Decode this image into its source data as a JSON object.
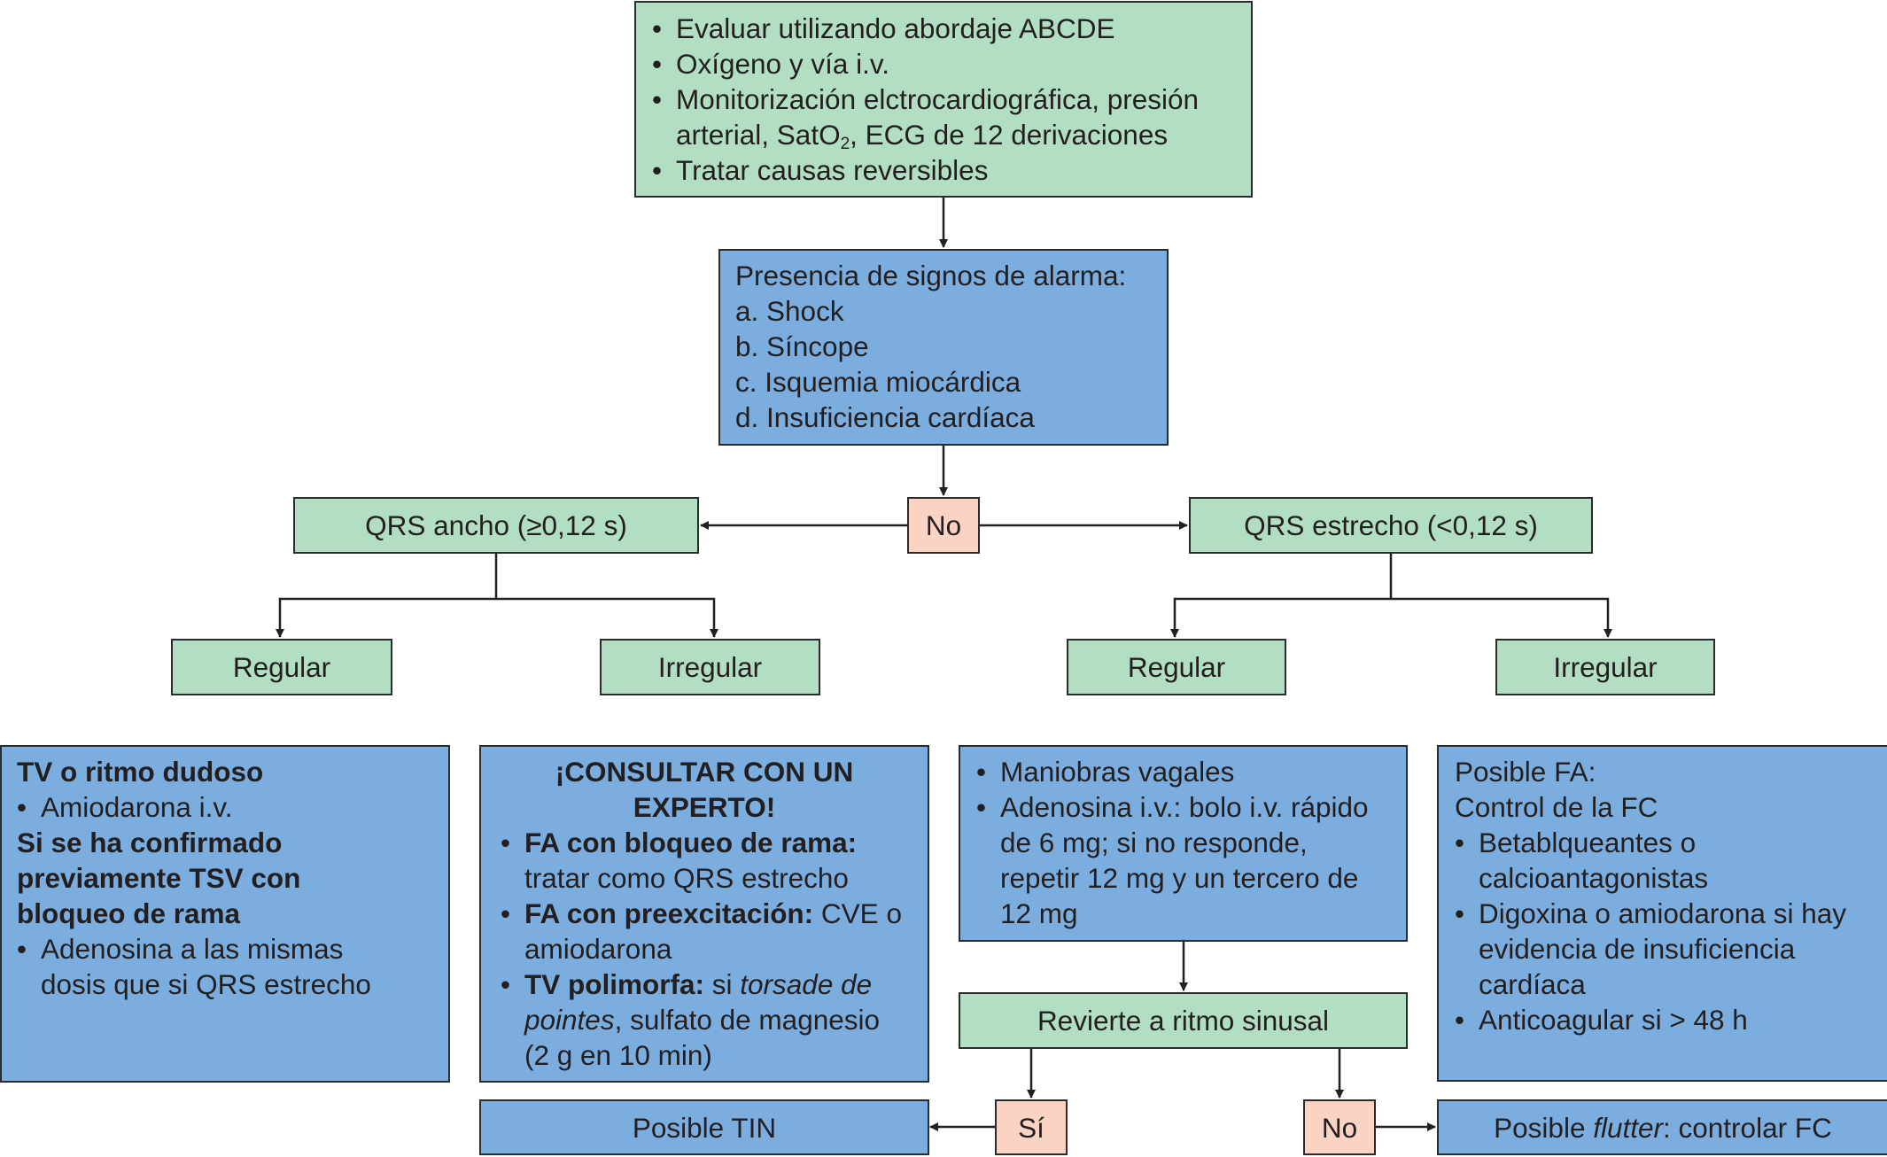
{
  "initial_box": {
    "items": [
      "Evaluar utilizando abordaje ABCDE",
      "Oxígeno y vía i.v.",
      "Monitorización elctrocardiográfica, presión"
    ],
    "item3_cont_pre": "arterial, SatO",
    "item3_sub": "2",
    "item3_cont_post": ", ECG de 12 derivaciones",
    "item4": "Tratar causas reversibles"
  },
  "alarm_box": {
    "title": "Presencia de signos de alarma:",
    "items": [
      "a. Shock",
      "b. Síncope",
      "c. Isquemia miocárdica",
      "d. Insuficiencia cardíaca"
    ]
  },
  "decision_no_top": "No",
  "qrs_wide": "QRS ancho (≥0,12 s)",
  "qrs_narrow": "QRS estrecho (<0,12 s)",
  "wide_regular": "Regular",
  "wide_irregular": "Irregular",
  "narrow_regular": "Regular",
  "narrow_irregular": "Irregular",
  "wide_regular_box": {
    "heading": "TV o ritmo dudoso",
    "item1": "Amiodarona i.v.",
    "subheading": "Si se ha confirmado previamente TSV con bloqueo de rama",
    "item2": "Adenosina a las mismas dosis que si QRS estrecho"
  },
  "wide_irregular_box": {
    "heading": "¡CONSULTAR CON UN EXPERTO!",
    "item1_bold": "FA con bloqueo de rama:",
    "item1_text": " tratar como QRS estrecho",
    "item2_bold": "FA con preexcitación:",
    "item2_text": " CVE o amiodarona",
    "item3_bold": "TV polimorfa:",
    "item3_text_a": " si ",
    "item3_italic": "torsade de pointes",
    "item3_text_b": ", sulfato de magnesio (2 g en 10 min)"
  },
  "narrow_regular_box": {
    "item1": "Maniobras vagales",
    "item2": "Adenosina i.v.: bolo i.v. rápido de 6 mg; si no responde, repetir 12 mg y un tercero de 12 mg"
  },
  "narrow_irregular_box": {
    "line1": "Posible FA:",
    "line2": "Control de la FC",
    "items": [
      "Betablqueantes o calcioantagonistas",
      "Digoxina o amiodarona si hay evidencia de insuficiencia cardíaca",
      "Anticoagular si > 48 h"
    ]
  },
  "reverts": "Revierte a ritmo sinusal",
  "decision_yes": "Sí",
  "decision_no_bottom": "No",
  "possible_tin": "Posible TIN",
  "possible_flutter_pre": "Posible ",
  "possible_flutter_italic": "flutter",
  "possible_flutter_post": ": controlar FC",
  "colors": {
    "green": "#b2dec3",
    "blue": "#7badde",
    "pink": "#fbd3c2",
    "border": "#2b2b2b"
  }
}
